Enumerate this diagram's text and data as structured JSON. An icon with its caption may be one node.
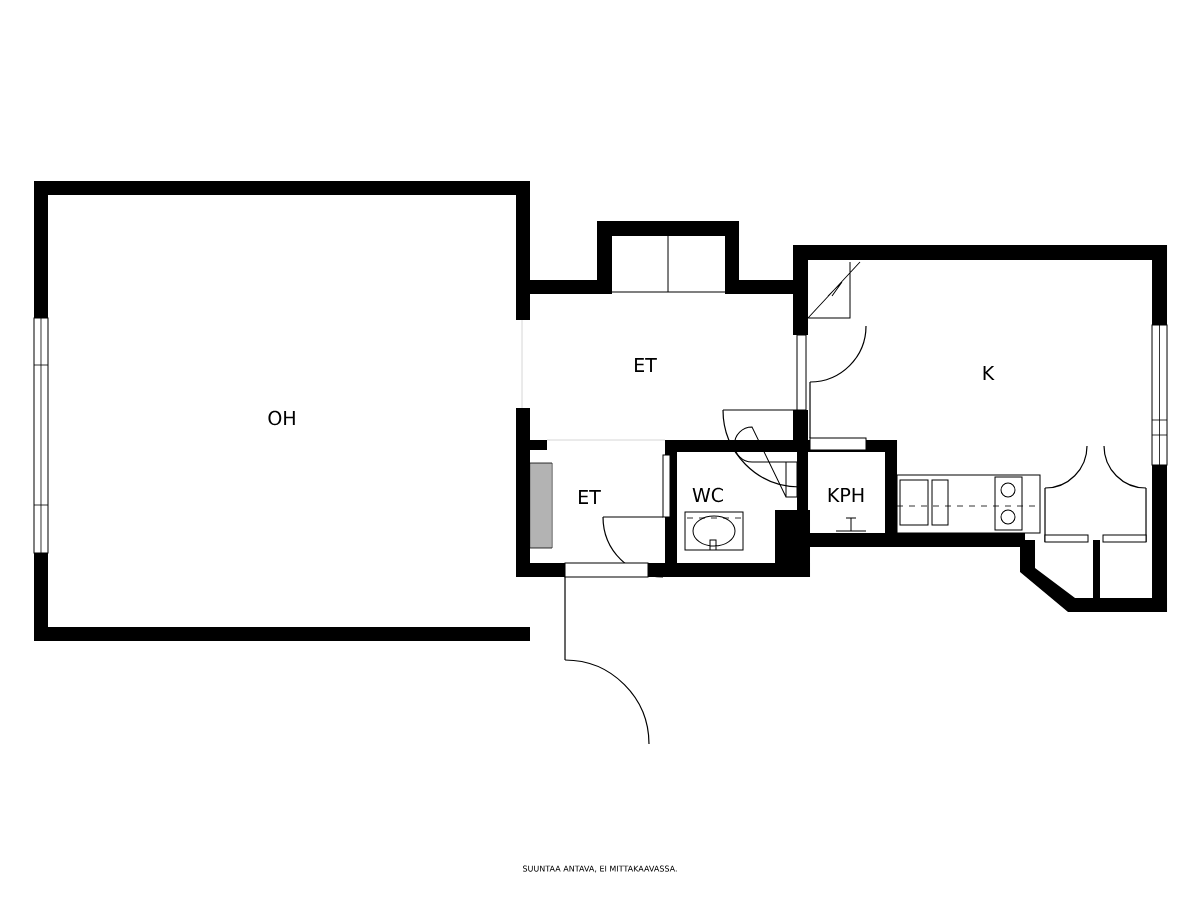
{
  "diagram": {
    "labels": [
      "OH",
      "ET",
      "ET",
      "WC",
      "KPH",
      "K",
      "SUUNTAA ANTAVA, EI MITTAKAAVASSA."
    ]
  }
}
